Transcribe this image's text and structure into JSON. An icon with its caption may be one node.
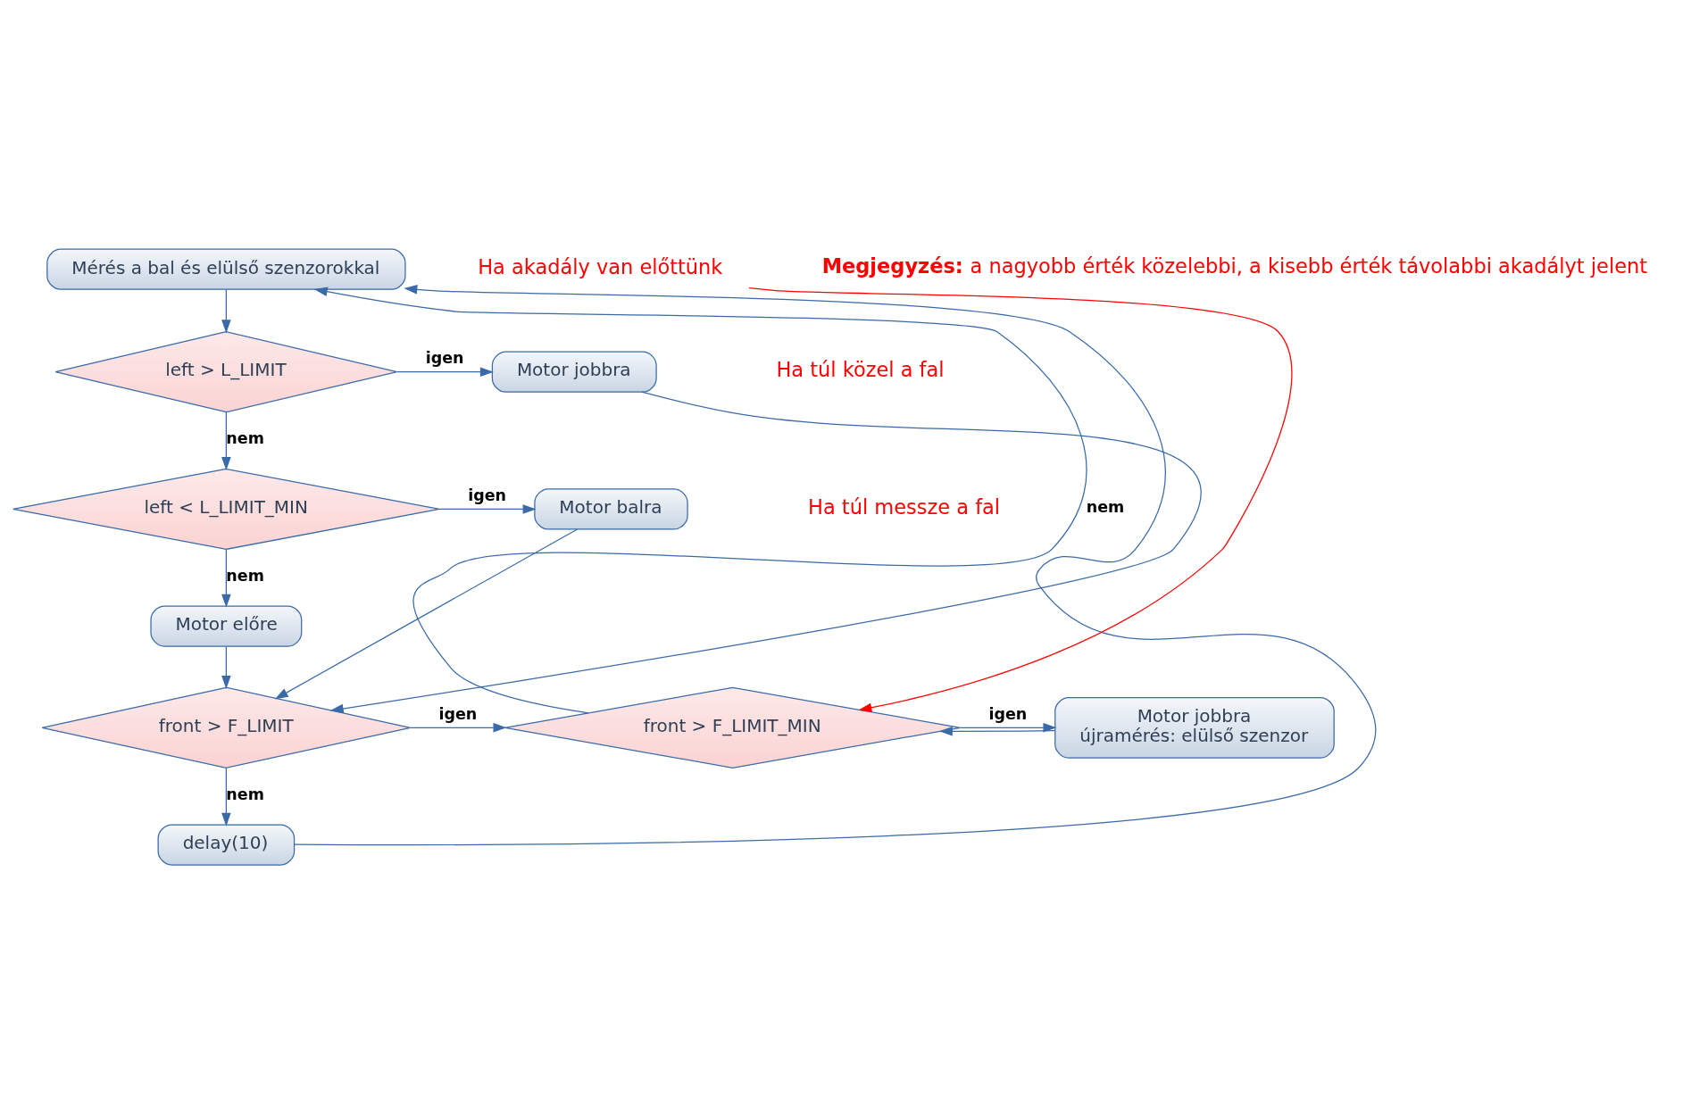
{
  "diagram": {
    "nodes": [
      {
        "text": [
          "Mérés a bal és elülső szenzorokkal"
        ]
      },
      {
        "text": [
          "left > L_LIMIT"
        ]
      },
      {
        "text": [
          "Motor jobbra"
        ]
      },
      {
        "text": [
          "left < L_LIMIT_MIN"
        ]
      },
      {
        "text": [
          "Motor balra"
        ]
      },
      {
        "text": [
          "Motor előre"
        ]
      },
      {
        "text": [
          "front > F_LIMIT"
        ]
      },
      {
        "text": [
          "front > F_LIMIT_MIN"
        ]
      },
      {
        "text": [
          "Motor jobbra",
          "újramérés: elülső szenzor"
        ]
      },
      {
        "text": [
          "delay(10)"
        ]
      },
      {
        "text": [
          "Ha akadály van előttünk"
        ]
      }
    ],
    "edges": [
      {
        "from": 0,
        "to": 1,
        "arrow": "to"
      },
      {
        "from": 1,
        "to": 2,
        "label": "igen",
        "arrow": "to"
      },
      {
        "from": 1,
        "to": 3,
        "label": "nem",
        "arrow": "to"
      },
      {
        "from": 3,
        "to": 4,
        "label": "igen",
        "arrow": "to"
      },
      {
        "from": 3,
        "to": 5,
        "label": "nem",
        "arrow": "to"
      },
      {
        "from": 2,
        "to": 6,
        "arrow": "to"
      },
      {
        "from": 4,
        "to": 6,
        "arrow": "to"
      },
      {
        "from": 5,
        "to": 6,
        "arrow": "to"
      },
      {
        "from": 6,
        "to": 7,
        "label": "igen",
        "arrow": "to"
      },
      {
        "from": 6,
        "to": 9,
        "label": "nem",
        "arrow": "to"
      },
      {
        "from": 7,
        "to": 8,
        "label": "igen",
        "arrow": "to"
      },
      {
        "from": 8,
        "to": 7,
        "arrow": "to"
      },
      {
        "from": 7,
        "to": 0,
        "label": "nem",
        "arrow": "to"
      },
      {
        "from": 9,
        "to": 0,
        "arrow": "to"
      },
      {
        "from": 10,
        "to": 7,
        "arrow": "to",
        "color": "#ff0000"
      }
    ],
    "labels": [
      "**Megjegyzés:** a nagyobb érték közelebbi, a kisebb érték távolabbi akadályt jelent",
      "Ha túl közel a fal",
      "Ha túl messze a fal"
    ]
  }
}
